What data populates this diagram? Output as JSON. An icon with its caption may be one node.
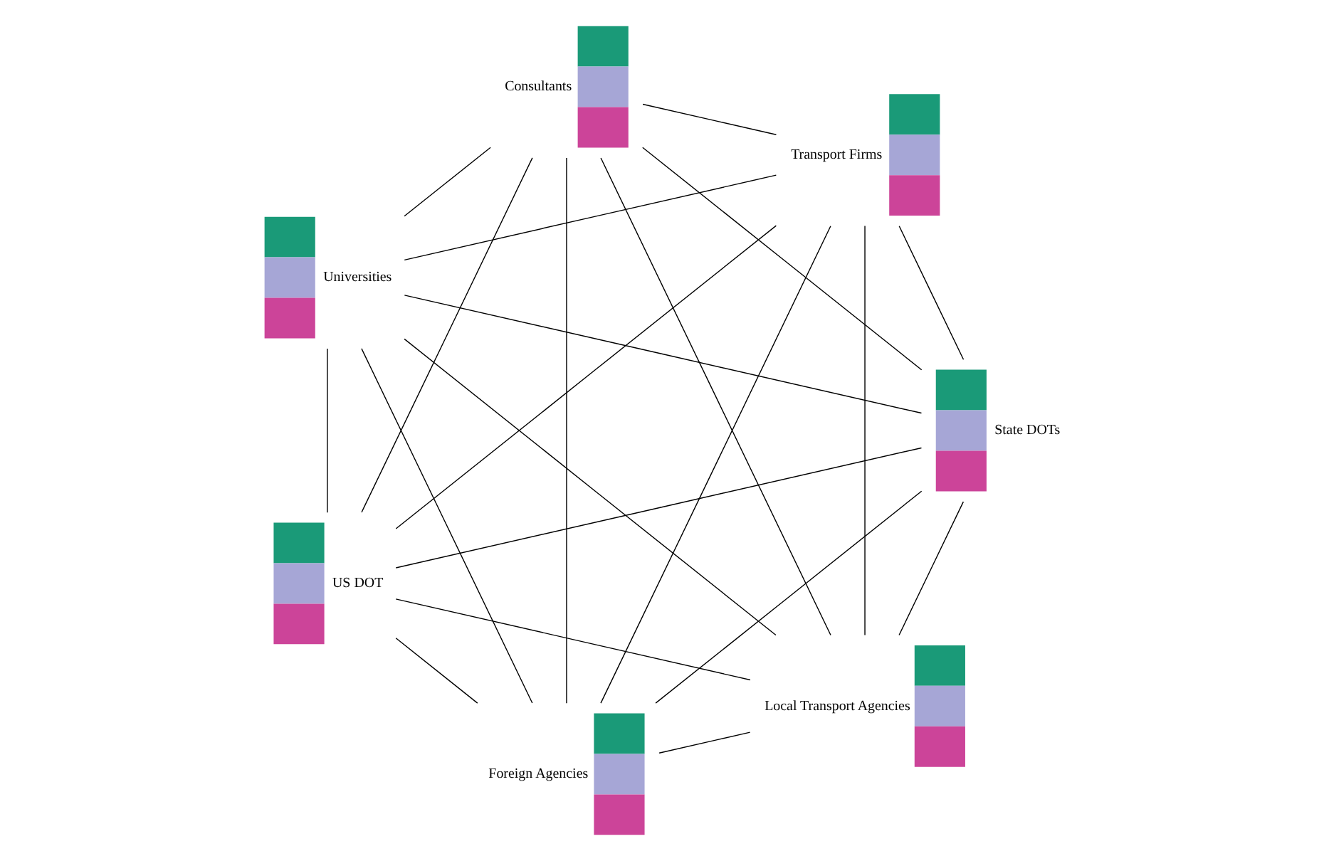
{
  "diagram": {
    "nodes": [
      {
        "text": [
          "Local Transport Agencies"
        ]
      },
      {
        "text": [
          "State DOTs"
        ]
      },
      {
        "text": [
          "Foreign Agencies"
        ]
      },
      {
        "text": [
          "US DOT"
        ]
      },
      {
        "text": [
          "Transport Firms"
        ]
      },
      {
        "text": [
          "Universities"
        ]
      },
      {
        "text": [
          "Consultants"
        ]
      }
    ],
    "edges": [
      {
        "from": 0,
        "to": 1,
        "arrow": "none"
      },
      {
        "from": 0,
        "to": 2,
        "arrow": "none"
      },
      {
        "from": 0,
        "to": 3,
        "arrow": "none"
      },
      {
        "from": 0,
        "to": 4,
        "arrow": "none"
      },
      {
        "from": 0,
        "to": 5,
        "arrow": "none"
      },
      {
        "from": 0,
        "to": 6,
        "arrow": "none"
      },
      {
        "from": 1,
        "to": 2,
        "arrow": "none"
      },
      {
        "from": 1,
        "to": 3,
        "arrow": "none"
      },
      {
        "from": 1,
        "to": 4,
        "arrow": "none"
      },
      {
        "from": 1,
        "to": 5,
        "arrow": "none"
      },
      {
        "from": 1,
        "to": 6,
        "arrow": "none"
      },
      {
        "from": 2,
        "to": 3,
        "arrow": "none"
      },
      {
        "from": 2,
        "to": 4,
        "arrow": "none"
      },
      {
        "from": 2,
        "to": 5,
        "arrow": "none"
      },
      {
        "from": 2,
        "to": 6,
        "arrow": "none"
      },
      {
        "from": 3,
        "to": 4,
        "arrow": "none"
      },
      {
        "from": 3,
        "to": 5,
        "arrow": "none"
      },
      {
        "from": 3,
        "to": 6,
        "arrow": "none"
      },
      {
        "from": 4,
        "to": 5,
        "arrow": "none"
      },
      {
        "from": 4,
        "to": 6,
        "arrow": "none"
      },
      {
        "from": 5,
        "to": 6,
        "arrow": "none"
      }
    ]
  }
}
